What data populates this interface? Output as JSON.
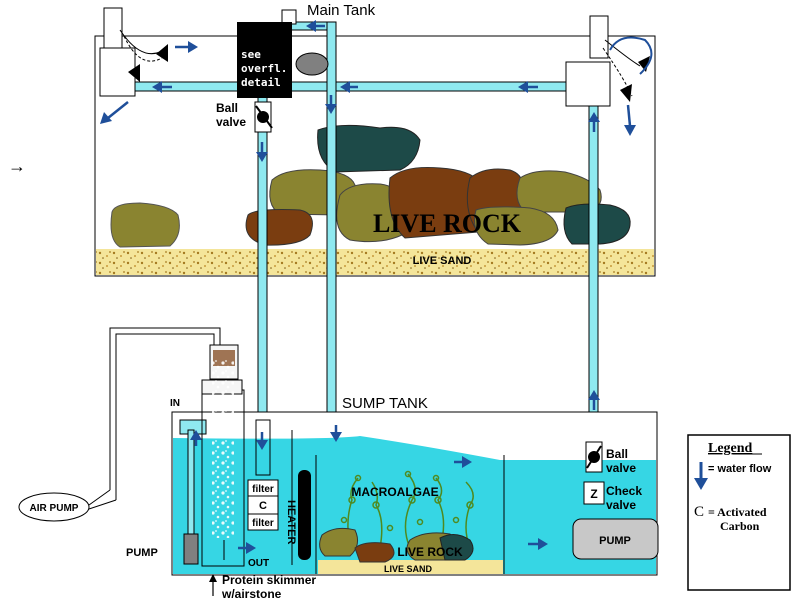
{
  "main_tank": {
    "title": "Main Tank",
    "overflow_box": [
      "see",
      "overfl.",
      "detail"
    ],
    "ball_valve": [
      "Ball",
      "valve"
    ],
    "live_rock": "LIVE ROCK",
    "live_sand": "LIVE SAND"
  },
  "sump": {
    "title": "SUMP TANK",
    "in_label": "IN",
    "out_label": "OUT",
    "heater": "HEATER",
    "filter_top": "filter",
    "carbon": "C",
    "filter_bottom": "filter",
    "macroalgae": "MACROALGAE",
    "live_rock": "LIVE ROCK",
    "live_sand": "LIVE SAND",
    "pump_label": "PUMP",
    "return_pump": "PUMP",
    "ball_valve": [
      "Ball",
      "valve"
    ],
    "check_valve": [
      "Check",
      "valve"
    ],
    "check_symbol": "Z",
    "skimmer": [
      "Protein skimmer",
      "w/airstone"
    ]
  },
  "air_pump": "AIR PUMP",
  "legend": {
    "title": "Legend",
    "flow_text": "= water flow",
    "carbon_key": "C",
    "carbon_text": [
      "= Activated",
      "Carbon"
    ]
  },
  "arrow_glyph": "→",
  "colors": {
    "water": "#36d6e4",
    "pipe": "#8fe9f0",
    "flow_arrow": "#1f4f9a",
    "sand": "#f4e59a",
    "rock_brown": "#7a3d10",
    "rock_olive": "#8a8430",
    "rock_teal": "#1d4a48",
    "pump_gray": "#c8c8c8",
    "algae": "#4f8a1f"
  }
}
